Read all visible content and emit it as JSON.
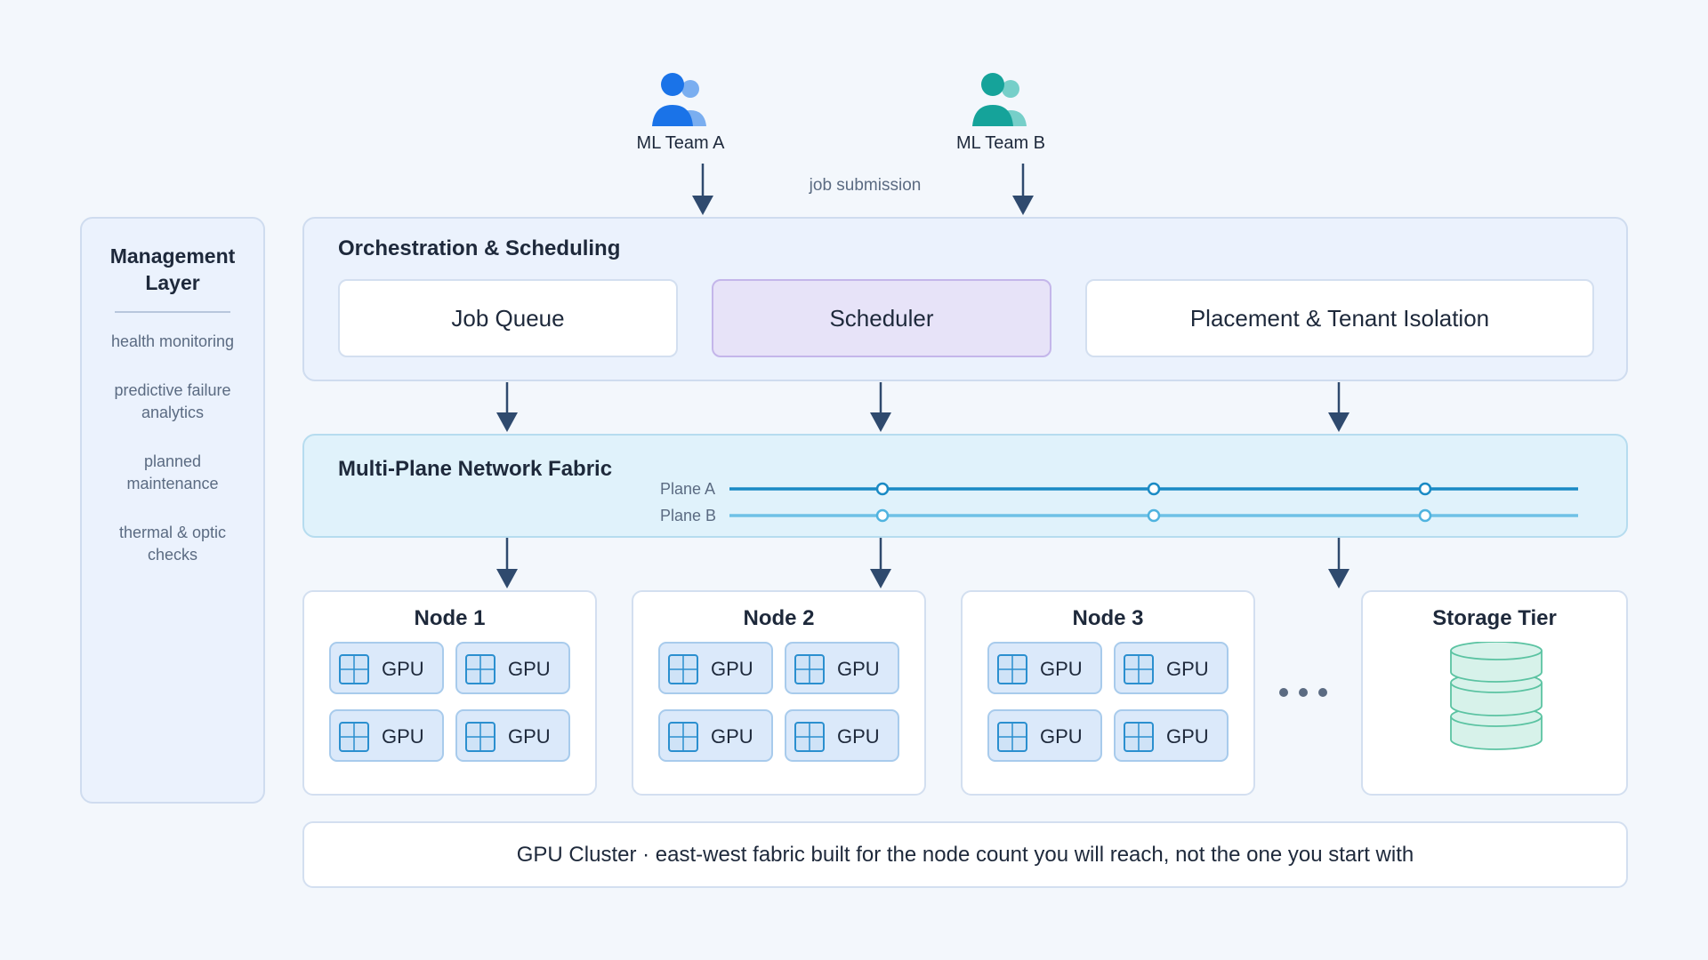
{
  "teams": [
    {
      "label": "ML Team A",
      "icon": "users-icon",
      "color": "#1a73e8",
      "accent": "#7aaef0"
    },
    {
      "label": "ML Team B",
      "icon": "users-icon",
      "color": "#15a39a",
      "accent": "#76cfc9"
    }
  ],
  "job_submission_label": "job submission",
  "management": {
    "title": "Management Layer",
    "items": [
      "health monitoring",
      "predictive failure analytics",
      "planned maintenance",
      "thermal & optic checks"
    ]
  },
  "orchestration": {
    "title": "Orchestration & Scheduling",
    "boxes": [
      "Job Queue",
      "Scheduler",
      "Placement & Tenant Isolation"
    ]
  },
  "fabric": {
    "title": "Multi-Plane Network Fabric",
    "planes": [
      {
        "label": "Plane A",
        "color": "#1a8ac4"
      },
      {
        "label": "Plane B",
        "color": "#6fc1e6"
      }
    ]
  },
  "nodes": [
    {
      "title": "Node 1",
      "gpus": [
        "GPU",
        "GPU",
        "GPU",
        "GPU"
      ]
    },
    {
      "title": "Node 2",
      "gpus": [
        "GPU",
        "GPU",
        "GPU",
        "GPU"
      ]
    },
    {
      "title": "Node 3",
      "gpus": [
        "GPU",
        "GPU",
        "GPU",
        "GPU"
      ]
    }
  ],
  "storage": {
    "title": "Storage Tier",
    "icon": "database-icon"
  },
  "footer": "GPU Cluster · east-west fabric built for the node count you will reach, not the one you start with"
}
